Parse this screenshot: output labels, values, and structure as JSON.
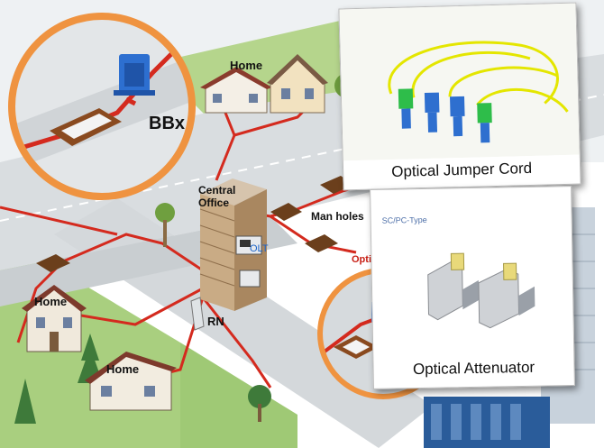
{
  "labels": {
    "home_top": "Home",
    "central_office": "Central\nOffice",
    "olt": "OLT",
    "man_holes": "Man holes",
    "optical_partial": "Optic",
    "bbx": "BBx",
    "home_left": "Home",
    "home_bottom": "Home",
    "rn": "RN"
  },
  "cards": {
    "jumper": {
      "caption": "Optical Jumper Cord"
    },
    "attenuator": {
      "caption": "Optical Attenuator",
      "type_label": "SC/PC-Type"
    }
  },
  "colors": {
    "fiber": "#d42a1e",
    "magnifier_ring": "#ef9340",
    "road": "#d9dde0",
    "grass": "#a9cf7f",
    "bbx_box": "#2d6fd0"
  }
}
